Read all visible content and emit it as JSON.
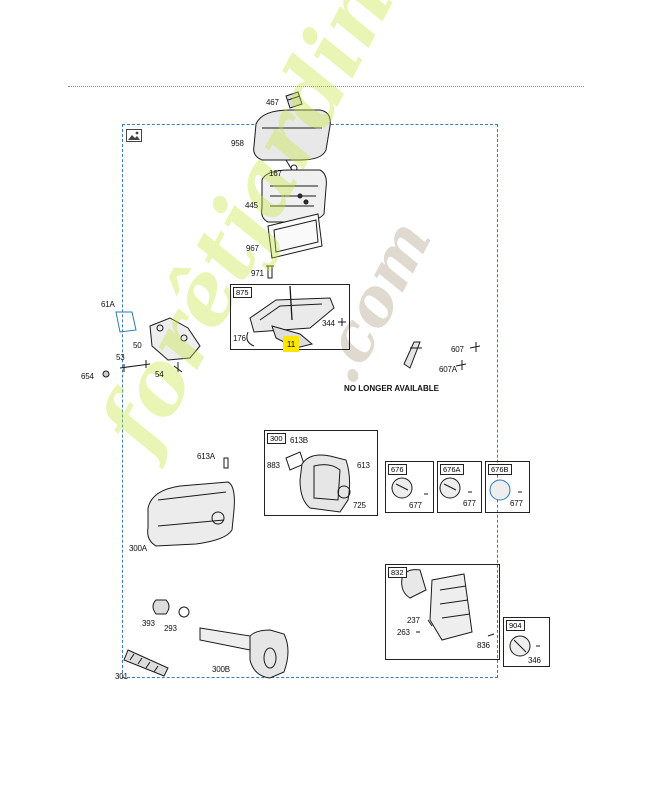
{
  "diagram": {
    "notice": "NO LONGER AVAILABLE",
    "highlight_label": "11",
    "watermark": {
      "part1": "forêtjardin",
      "part2": ".com",
      "color_green": "#c4e63c",
      "color_taupe": "#968264"
    },
    "labels": {
      "p467": "467",
      "p958": "958",
      "p167": "167",
      "p445": "445",
      "p967": "967",
      "p971": "971",
      "p61A": "61A",
      "p50": "50",
      "p53": "53",
      "p654": "654",
      "p54": "54",
      "p176": "176",
      "p344": "344",
      "p607": "607",
      "p607A": "607A",
      "p613A": "613A",
      "p883": "883",
      "p613": "613",
      "p725": "725",
      "p677a": "677",
      "p677b": "677",
      "p677c": "677",
      "p300A": "300A",
      "p393": "393",
      "p293": "293",
      "p300B": "300B",
      "p301": "301",
      "p237": "237",
      "p263": "263",
      "p836": "836",
      "p346": "346"
    },
    "boxes": {
      "b875": "875",
      "b300": "300",
      "b613B": "613B",
      "b676": "676",
      "b676A": "676A",
      "b676B": "676B",
      "b832": "832",
      "b904": "904"
    }
  }
}
